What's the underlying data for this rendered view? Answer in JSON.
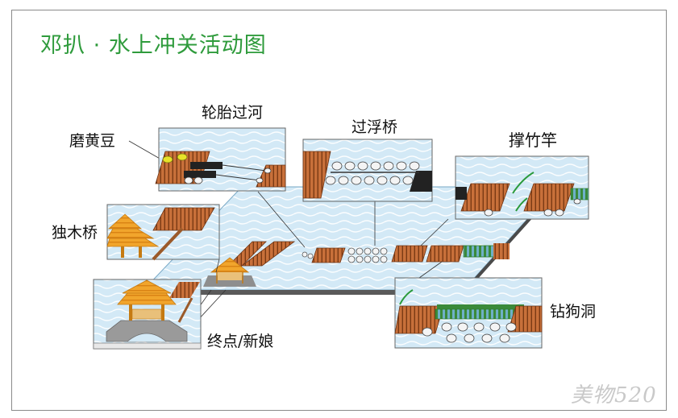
{
  "title": "邓扒 · 水上冲关活动图",
  "labels": {
    "tire_crossing": "轮胎过河",
    "grind_soybeans": "磨黄豆",
    "floating_bridge": "过浮桥",
    "bamboo_pole": "撑竹竿",
    "log_bridge": "独木桥",
    "dog_hole": "钻狗洞",
    "finish": "终点/新娘"
  },
  "watermark": "美物520",
  "colors": {
    "title": "#2f9b3c",
    "water": "#cfe6f4",
    "water_line": "#9fcbe6",
    "plank": "#c8703a",
    "pavilion": "#f0a22a",
    "bridge_stone": "#9a9a9a",
    "green_rail": "#2a9a3c"
  },
  "icons": [
    "tire-icon",
    "soybean-icon",
    "raft-icon",
    "pavilion-icon",
    "bamboo-pole-icon"
  ]
}
